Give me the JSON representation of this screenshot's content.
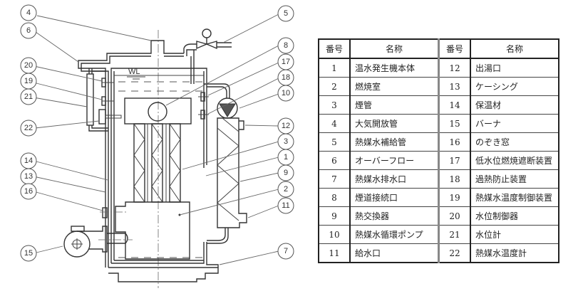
{
  "diagram": {
    "title": "温水発生機 構造図",
    "water_level_label": "WL",
    "callouts": [
      "1",
      "2",
      "3",
      "4",
      "5",
      "6",
      "7",
      "8",
      "9",
      "10",
      "11",
      "12",
      "13",
      "14",
      "15",
      "16",
      "17",
      "18",
      "19",
      "20",
      "21",
      "22"
    ]
  },
  "table": {
    "headers": [
      "番号",
      "名称",
      "番号",
      "名称"
    ],
    "rows": [
      {
        "no1": "1",
        "name1": "温水発生機本体",
        "no2": "12",
        "name2": "出湯口"
      },
      {
        "no1": "2",
        "name1": "燃焼室",
        "no2": "13",
        "name2": "ケーシング"
      },
      {
        "no1": "3",
        "name1": "煙管",
        "no2": "14",
        "name2": "保温材"
      },
      {
        "no1": "4",
        "name1": "大気開放管",
        "no2": "15",
        "name2": "バーナ"
      },
      {
        "no1": "5",
        "name1": "熱媒水補給管",
        "no2": "16",
        "name2": "のぞき窓"
      },
      {
        "no1": "6",
        "name1": "オーバーフロー",
        "no2": "17",
        "name2": "低水位燃焼遮断装置"
      },
      {
        "no1": "7",
        "name1": "熱媒水排水口",
        "no2": "18",
        "name2": "過熱防止装置"
      },
      {
        "no1": "8",
        "name1": "煙道接続口",
        "no2": "19",
        "name2": "熱媒水温度制御装置"
      },
      {
        "no1": "9",
        "name1": "熱交換器",
        "no2": "20",
        "name2": "水位制御器"
      },
      {
        "no1": "10",
        "name1": "熱媒水循環ポンプ",
        "no2": "21",
        "name2": "水位計"
      },
      {
        "no1": "11",
        "name1": "給水口",
        "no2": "22",
        "name2": "熱媒水温度計"
      }
    ]
  }
}
